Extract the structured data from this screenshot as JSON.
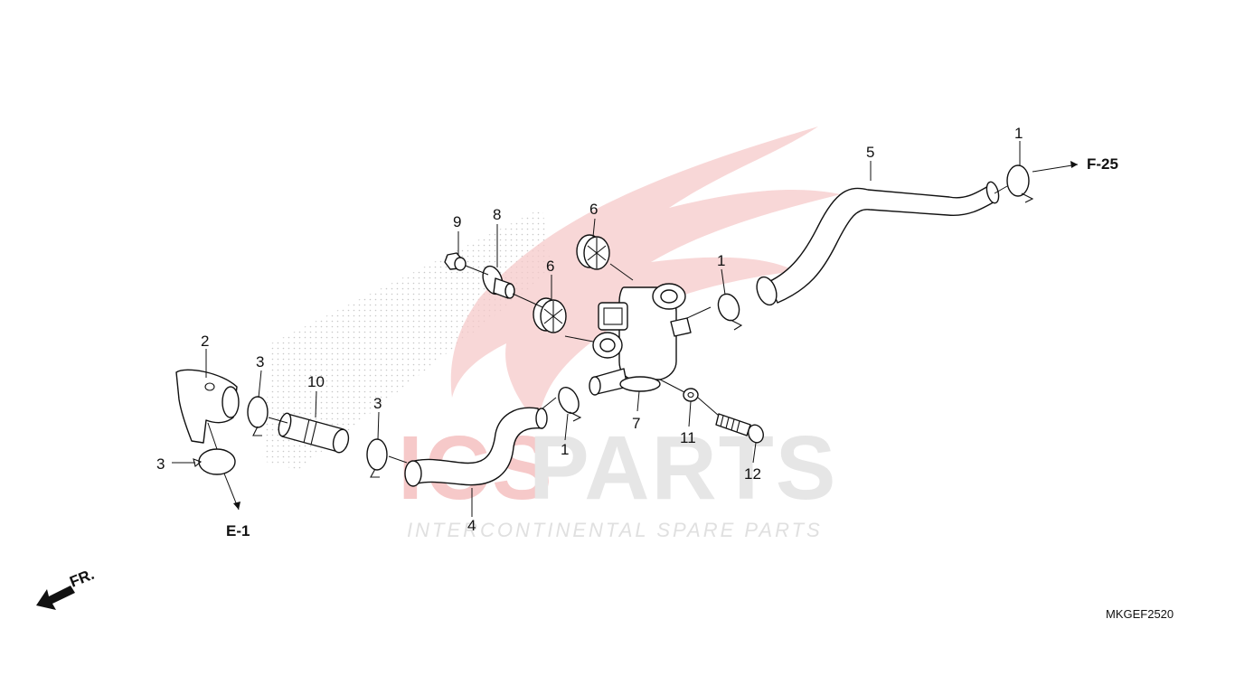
{
  "watermark": {
    "brand_red": "ICS",
    "brand_gray": "PARTS",
    "tagline": "INTERCONTINENTAL SPARE PARTS",
    "colors": {
      "red": "#f6c9c9",
      "gray": "#e6e6e6"
    }
  },
  "diagram": {
    "code": "MKGEF2520",
    "front_marker": "FR.",
    "references": {
      "f25": "F-25",
      "e1": "E-1"
    },
    "callouts": {
      "c1a": "1",
      "c1b": "1",
      "c1c": "1",
      "c2": "2",
      "c3a": "3",
      "c3b": "3",
      "c3c": "3",
      "c4": "4",
      "c5": "5",
      "c6a": "6",
      "c6b": "6",
      "c7": "7",
      "c8": "8",
      "c9": "9",
      "c10": "10",
      "c11": "11",
      "c12": "12"
    }
  }
}
